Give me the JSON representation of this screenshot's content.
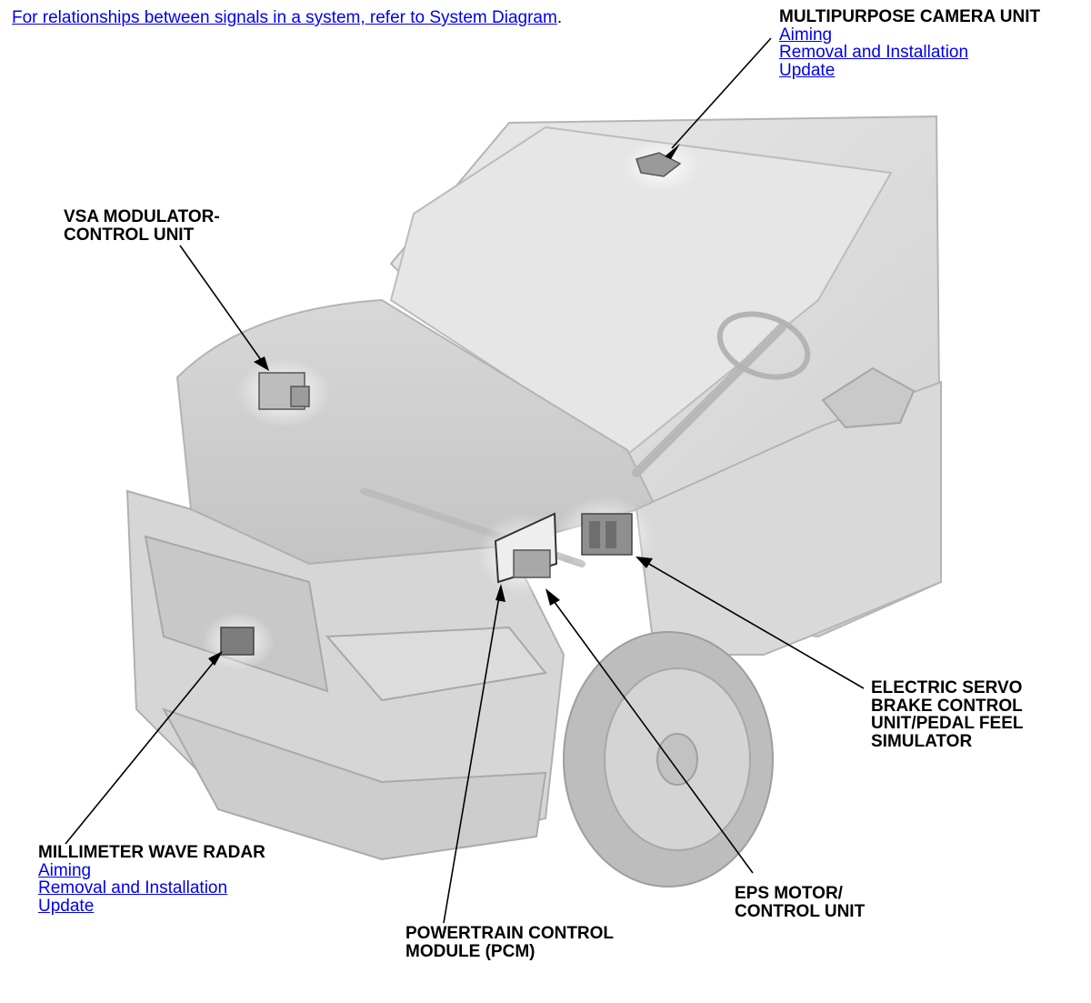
{
  "header": {
    "link_text": "For relationships between signals in a system, refer to System Diagram",
    "trailing": "."
  },
  "callouts": {
    "camera": {
      "title": "MULTIPURPOSE CAMERA UNIT",
      "links": [
        "Aiming",
        "Removal and Installation",
        "Update"
      ]
    },
    "vsa": {
      "title": "VSA MODULATOR-\nCONTROL UNIT"
    },
    "radar": {
      "title": "MILLIMETER WAVE RADAR",
      "links": [
        "Aiming",
        "Removal and Installation",
        "Update"
      ]
    },
    "pcm": {
      "title": "POWERTRAIN CONTROL\nMODULE (PCM)"
    },
    "eps": {
      "title": "EPS MOTOR/\nCONTROL UNIT"
    },
    "brake": {
      "title": "ELECTRIC SERVO\nBRAKE CONTROL\nUNIT/PEDAL FEEL\nSIMULATOR"
    }
  },
  "colors": {
    "link": "#0000ee",
    "vehicle_body": "#dedede",
    "vehicle_edge": "#b4b4b4"
  }
}
